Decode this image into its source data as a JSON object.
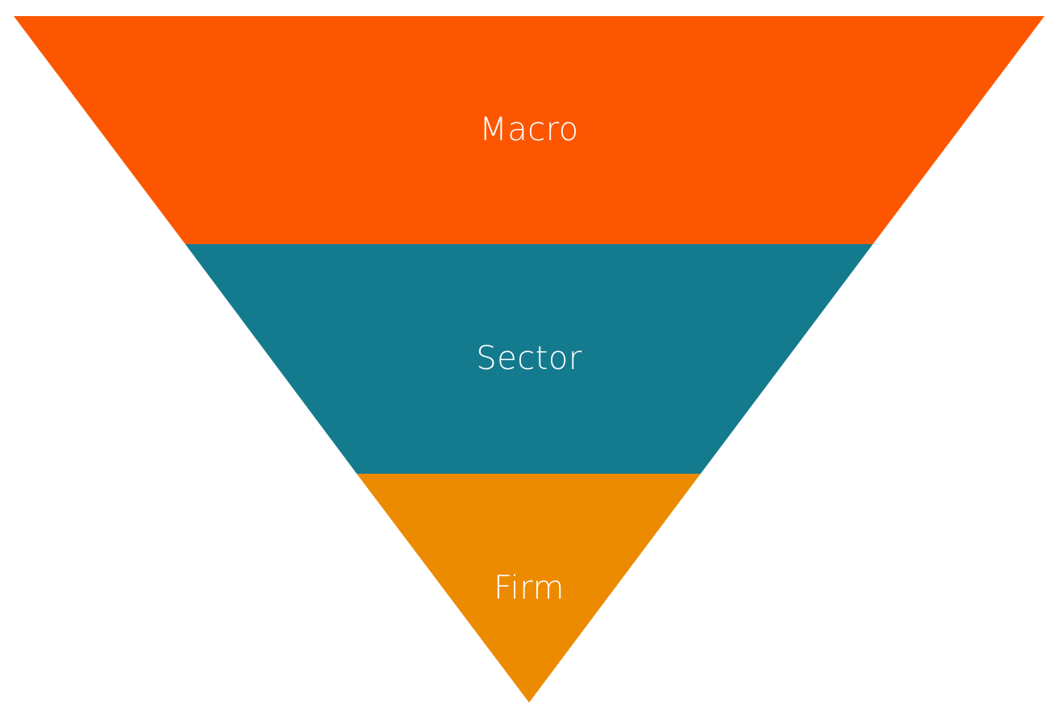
{
  "diagram": {
    "type": "inverted-funnel",
    "levels": [
      {
        "label": "Macro",
        "color": "#FC5700"
      },
      {
        "label": "Sector",
        "color": "#147B8E"
      },
      {
        "label": "Firm",
        "color": "#EC8B00"
      }
    ]
  }
}
